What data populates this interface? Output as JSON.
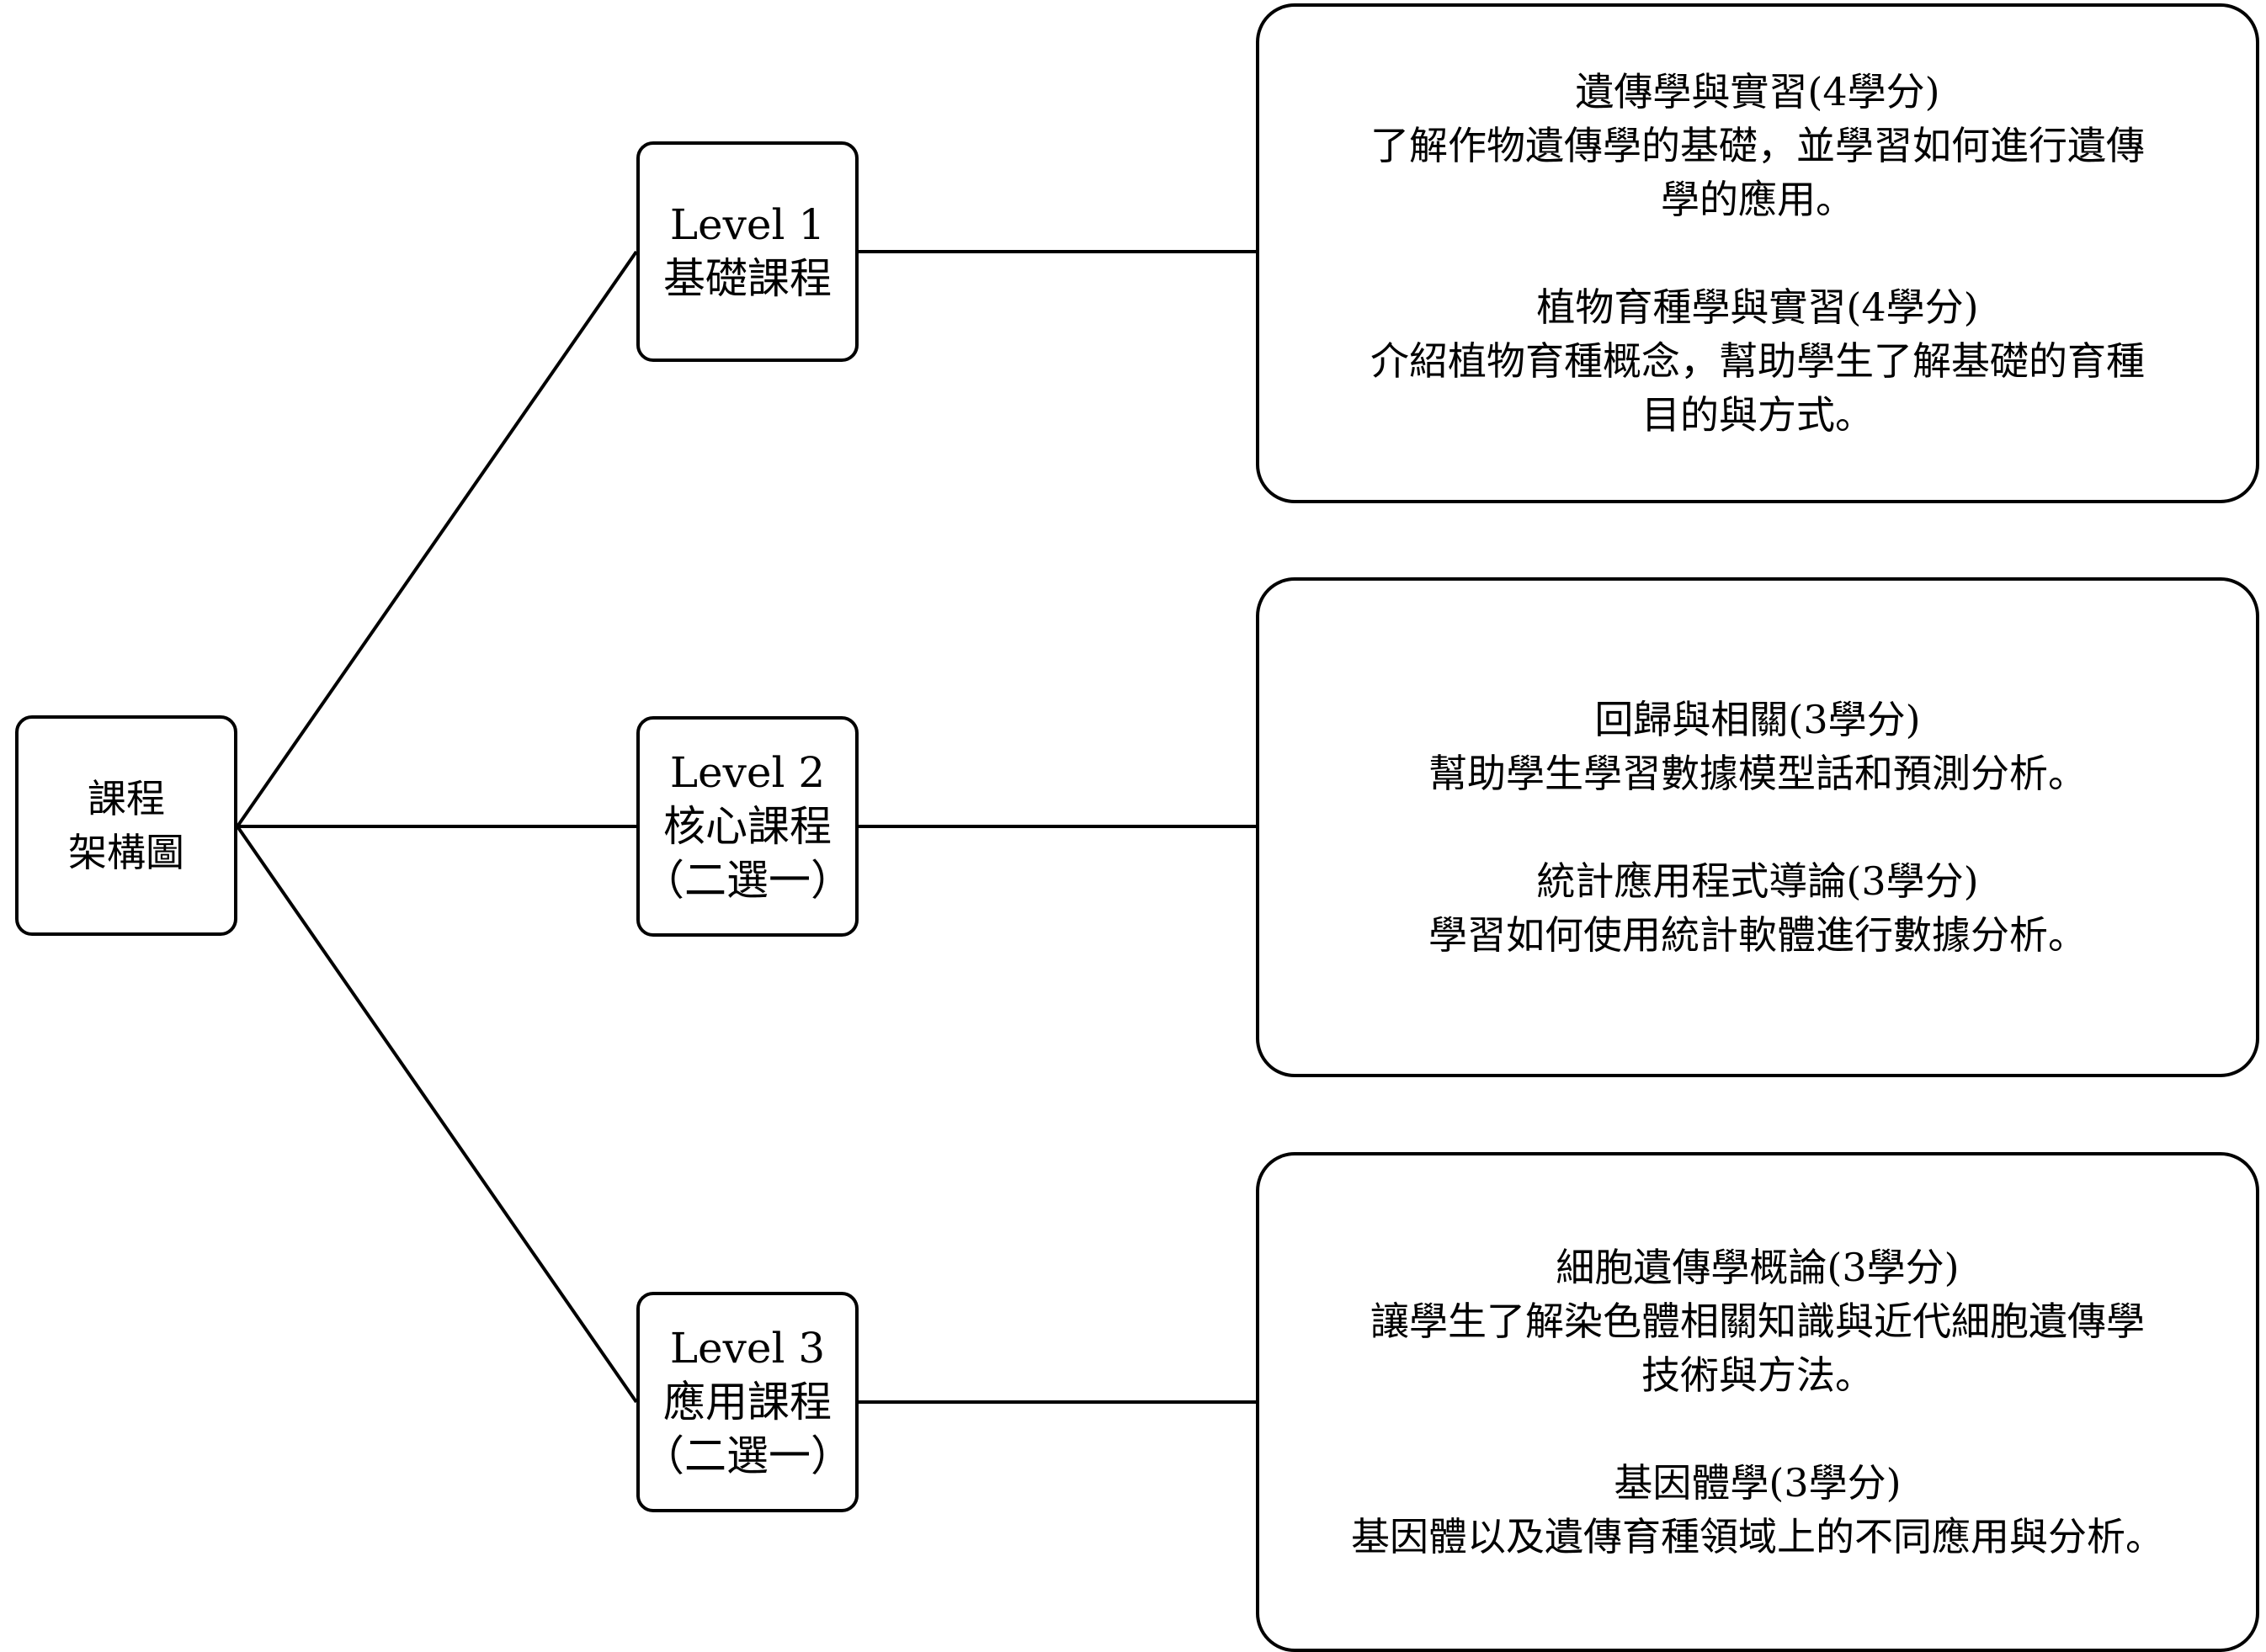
{
  "root": {
    "line1": "課程",
    "line2": "架構圖"
  },
  "levels": [
    {
      "line1": "Level 1",
      "line2": "基礎課程",
      "line3": ""
    },
    {
      "line1": "Level 2",
      "line2": "核心課程",
      "line3": "（二選一）"
    },
    {
      "line1": "Level 3",
      "line2": "應用課程",
      "line3": "（二選一）"
    }
  ],
  "course_boxes": [
    {
      "courses": [
        {
          "title": "遺傳學與實習(4學分)",
          "desc1": "了解作物遺傳學的基礎，並學習如何進行遺傳",
          "desc2": "學的應用。"
        },
        {
          "title": "植物育種學與實習(4學分)",
          "desc1": "介紹植物育種概念，幫助學生了解基礎的育種",
          "desc2": "目的與方式。"
        }
      ]
    },
    {
      "courses": [
        {
          "title": "回歸與相關(3學分)",
          "desc1": "幫助學生學習數據模型話和預測分析。",
          "desc2": ""
        },
        {
          "title": "統計應用程式導論(3學分)",
          "desc1": "學習如何使用統計軟體進行數據分析。",
          "desc2": ""
        }
      ]
    },
    {
      "courses": [
        {
          "title": "細胞遺傳學概論(3學分)",
          "desc1": "讓學生了解染色體相關知識與近代細胞遺傳學",
          "desc2": "技術與方法。"
        },
        {
          "title": "基因體學(3學分)",
          "desc1": "基因體以及遺傳育種領域上的不同應用與分析。",
          "desc2": ""
        }
      ]
    }
  ],
  "colors": {
    "stroke": "#000000",
    "background": "#ffffff"
  }
}
